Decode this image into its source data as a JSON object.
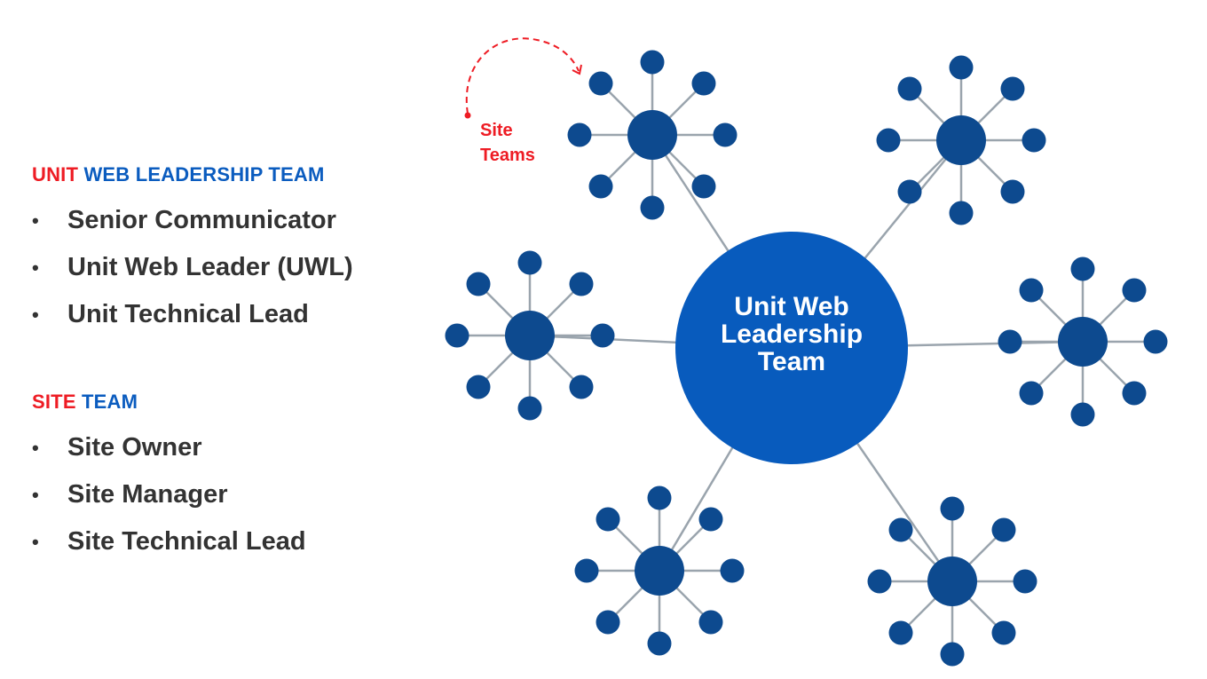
{
  "colors": {
    "accent_red": "#ee1c24",
    "accent_blue": "#0b5cbf",
    "node_dark_blue": "#0d4a8f",
    "center_blue": "#085bbd",
    "connector_gray": "#9aa4ad",
    "body_text": "#333333"
  },
  "legend": {
    "unit_team": {
      "heading_red": "UNIT",
      "heading_blue": "WEB LEADERSHIP TEAM",
      "items": [
        "Senior Communicator",
        "Unit Web Leader (UWL)",
        "Unit Technical Lead"
      ]
    },
    "site_team": {
      "heading_red": "SITE",
      "heading_blue": "TEAM",
      "items": [
        "Site Owner",
        "Site Manager",
        "Site Technical Lead"
      ]
    },
    "bullet": "•"
  },
  "diagram": {
    "center_label_lines": [
      "Unit Web",
      "Leadership",
      "Team"
    ],
    "annotation_lines": [
      "Site",
      "Teams"
    ],
    "site_team_count": 6,
    "members_per_site_team": 8
  }
}
